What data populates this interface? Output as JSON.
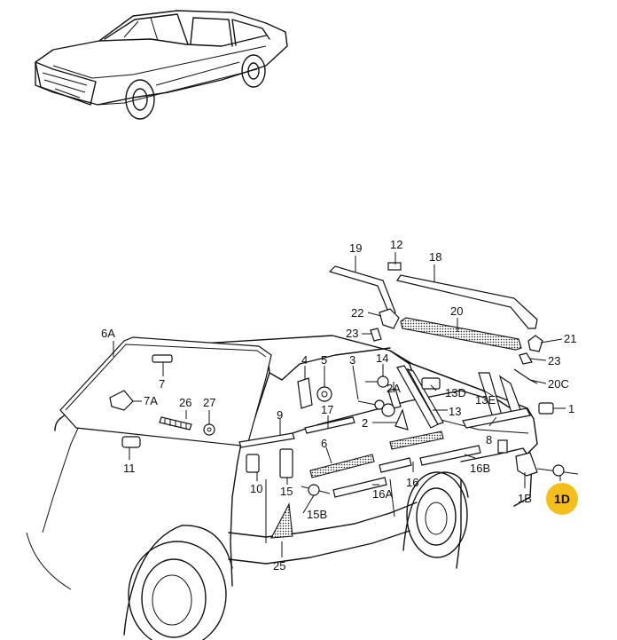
{
  "highlight": {
    "label": "1D",
    "color": "#f5be1a"
  },
  "labels": {
    "l1": "1",
    "l1B": "1B",
    "l2": "2",
    "l2A": "2A",
    "l3": "3",
    "l4": "4",
    "l5": "5",
    "l6": "6",
    "l6A": "6A",
    "l7": "7",
    "l7A": "7A",
    "l8": "8",
    "l9": "9",
    "l10": "10",
    "l11": "11",
    "l12": "12",
    "l13": "13",
    "l13D": "13D",
    "l13E": "13E",
    "l14": "14",
    "l15": "15",
    "l15B": "15B",
    "l16": "16",
    "l16A": "16A",
    "l16B": "16B",
    "l17": "17",
    "l18": "18",
    "l19": "19",
    "l20": "20",
    "l20C": "20C",
    "l21": "21",
    "l22": "22",
    "l23a": "23",
    "l23b": "23",
    "l25": "25",
    "l26": "26",
    "l27": "27"
  }
}
